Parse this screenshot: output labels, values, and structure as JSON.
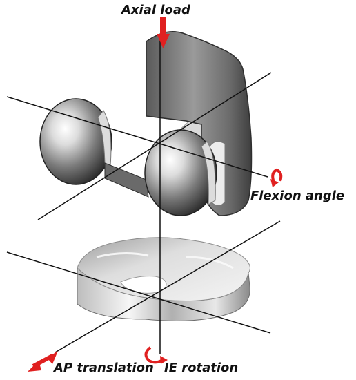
{
  "labels": {
    "axial_load": "Axial load",
    "flexion_angle": "Flexion angle",
    "ap_translation": "AP translation",
    "ie_rotation": "IE rotation"
  },
  "colors": {
    "arrow": "#e02020",
    "axis_line": "#111111",
    "femoral_component": "#8a8a8a",
    "tibial_insert": "#d8d8d8"
  }
}
